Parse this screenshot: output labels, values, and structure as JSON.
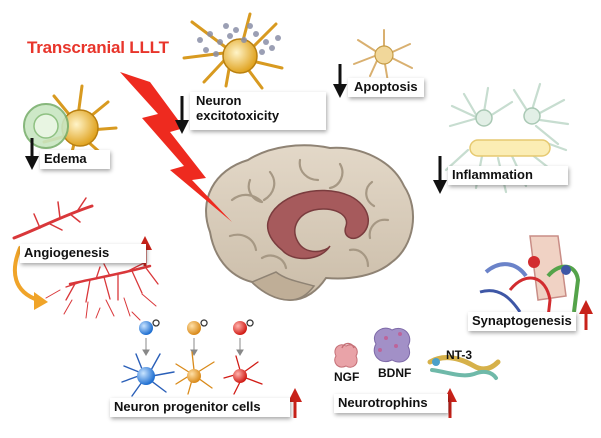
{
  "title": "Transcranial LLLT",
  "effects": {
    "neuron_excitotoxicity": {
      "line1": "Neuron",
      "line2": "excitotoxicity",
      "direction": "down"
    },
    "apoptosis": {
      "label": "Apoptosis",
      "direction": "down"
    },
    "edema": {
      "label": "Edema",
      "direction": "down"
    },
    "inflammation": {
      "label": "Inflammation",
      "direction": "down"
    },
    "angiogenesis": {
      "label": "Angiogenesis",
      "direction": "up"
    },
    "synaptogenesis": {
      "label": "Synaptogenesis",
      "direction": "up"
    },
    "neuron_progenitor_cells": {
      "label": "Neuron progenitor cells",
      "direction": "up"
    },
    "neurotrophins": {
      "label": "Neurotrophins",
      "direction": "up",
      "factors": [
        "NGF",
        "BDNF",
        "NT-3"
      ]
    }
  },
  "colors": {
    "title_red": "#e8352b",
    "down_arrow": "#111111",
    "up_arrow": "#c8221a",
    "brain": "#d8cdbd",
    "corpus_callosum": "#a65a5c",
    "lightning": "#ee2a1f"
  }
}
